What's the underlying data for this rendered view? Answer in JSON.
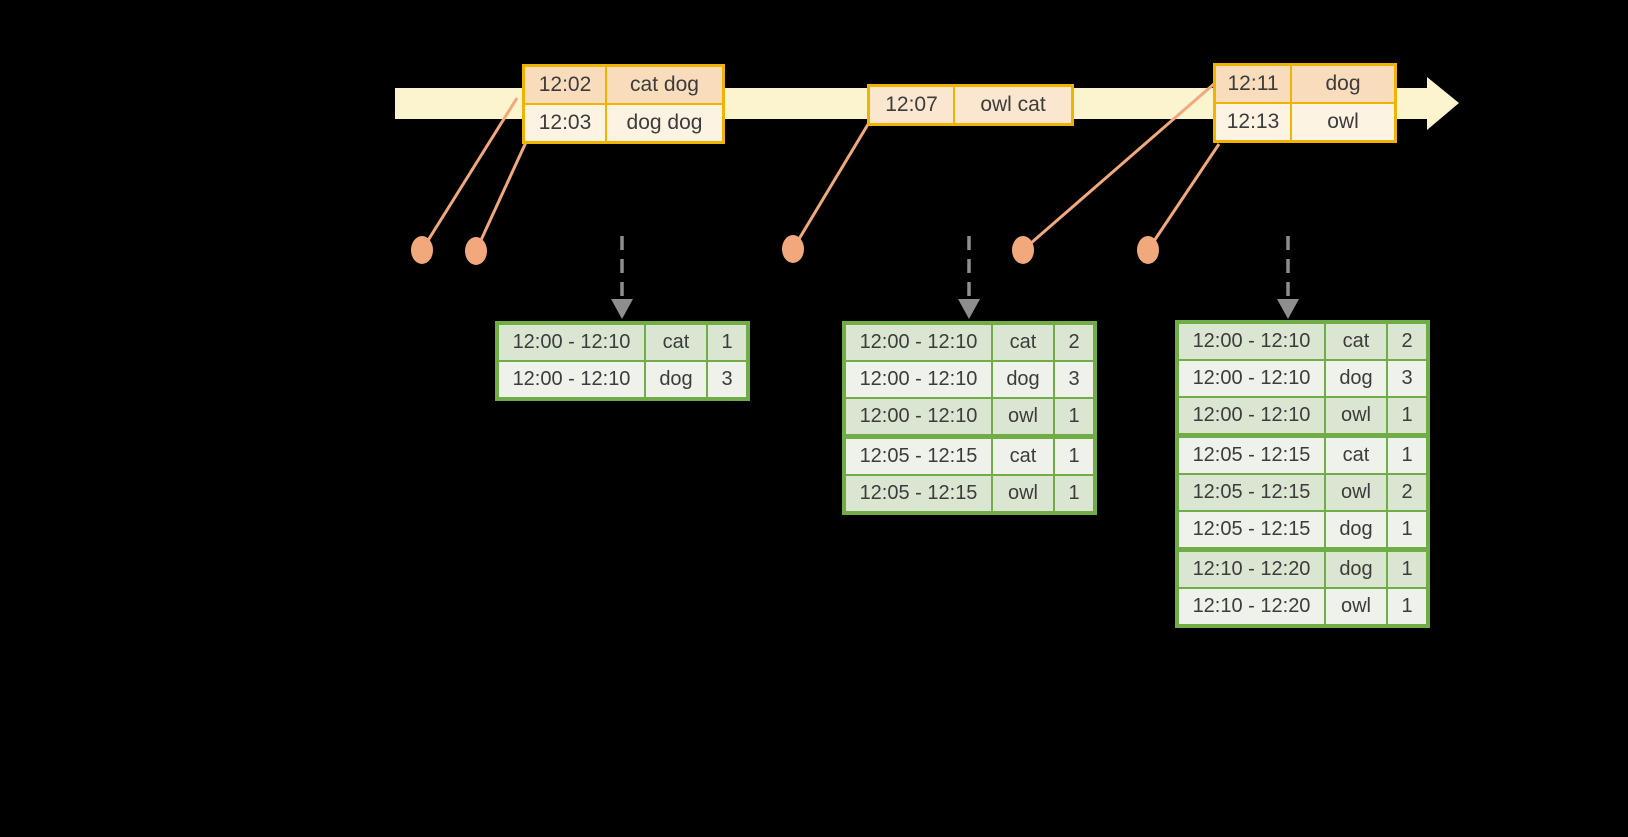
{
  "colors": {
    "background": "#000000",
    "timeline_band": "#fcf3cf",
    "event_table_border": "#f0b400",
    "event_row_dark": "#f8dcbc",
    "event_row_light": "#fdf3e3",
    "event_row_mid": "#fbe7cf",
    "marker_salmon": "#f0a87c",
    "trigger_gray": "#8e8e8e",
    "result_table_border": "#70ad47",
    "result_row_dark": "#dbe6d2",
    "result_row_light": "#eef2ea",
    "text": "#3c3c3c"
  },
  "input_stream": {
    "batches": [
      {
        "rows": [
          {
            "time": "12:02",
            "words": "cat dog"
          },
          {
            "time": "12:03",
            "words": "dog dog"
          }
        ]
      },
      {
        "rows": [
          {
            "time": "12:07",
            "words": "owl cat"
          }
        ]
      },
      {
        "rows": [
          {
            "time": "12:11",
            "words": "dog"
          },
          {
            "time": "12:13",
            "words": "owl"
          }
        ]
      }
    ]
  },
  "result_tables": [
    {
      "rows": [
        {
          "window": "12:00 - 12:10",
          "word": "cat",
          "count": "1"
        },
        {
          "window": "12:00 - 12:10",
          "word": "dog",
          "count": "3"
        }
      ]
    },
    {
      "rows": [
        {
          "window": "12:00 - 12:10",
          "word": "cat",
          "count": "2"
        },
        {
          "window": "12:00 - 12:10",
          "word": "dog",
          "count": "3"
        },
        {
          "window": "12:00 - 12:10",
          "word": "owl",
          "count": "1"
        },
        {
          "window": "12:05 - 12:15",
          "word": "cat",
          "count": "1"
        },
        {
          "window": "12:05 - 12:15",
          "word": "owl",
          "count": "1"
        }
      ]
    },
    {
      "rows": [
        {
          "window": "12:00 - 12:10",
          "word": "cat",
          "count": "2"
        },
        {
          "window": "12:00 - 12:10",
          "word": "dog",
          "count": "3"
        },
        {
          "window": "12:00 - 12:10",
          "word": "owl",
          "count": "1"
        },
        {
          "window": "12:05 - 12:15",
          "word": "cat",
          "count": "1"
        },
        {
          "window": "12:05 - 12:15",
          "word": "owl",
          "count": "2"
        },
        {
          "window": "12:05 - 12:15",
          "word": "dog",
          "count": "1"
        },
        {
          "window": "12:10 - 12:20",
          "word": "dog",
          "count": "1"
        },
        {
          "window": "12:10 - 12:20",
          "word": "owl",
          "count": "1"
        }
      ]
    }
  ]
}
